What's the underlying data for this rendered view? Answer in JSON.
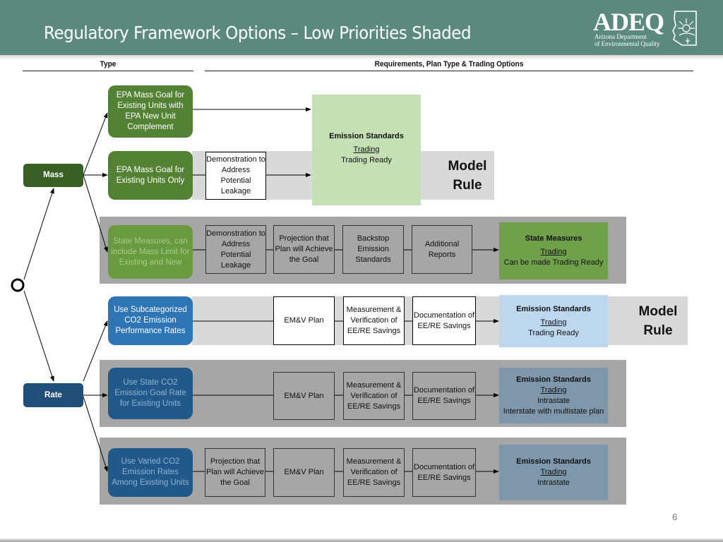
{
  "header": {
    "title": "Regulatory Framework Options – Low Priorities Shaded",
    "logo": {
      "acronym": "ADEQ",
      "line1": "Arizona Department",
      "line2": "of Environmental Quality",
      "icon": "arizona-map-sun-icon"
    }
  },
  "columns": {
    "type": "Type",
    "requirements": "Requirements, Plan Type & Trading Options"
  },
  "root": {
    "icon": "start-circle-icon"
  },
  "types": {
    "mass": "Mass",
    "rate": "Rate"
  },
  "rows": [
    {
      "option": "EPA Mass Goal for Existing Units with EPA New Unit Complement",
      "shaded": false,
      "steps": [],
      "result": {
        "title": "Emission Standards",
        "trading_label": "Trading",
        "lines": [
          "Trading Ready"
        ]
      }
    },
    {
      "option": "EPA Mass Goal for Existing Units Only",
      "shaded": false,
      "steps": [
        "Demonstration to Address Potential Leakage"
      ],
      "model_rule": [
        "Model",
        "Rule"
      ]
    },
    {
      "option": "State Measures, can include Mass Limit for Existing and New",
      "shaded": true,
      "steps": [
        "Demonstration to Address Potential Leakage",
        "Projection that Plan will Achieve the Goal",
        "Backstop Emission Standards",
        "Additional Reports"
      ],
      "result": {
        "title": "State Measures",
        "trading_label": "Trading",
        "lines": [
          "Can be made Trading Ready"
        ]
      }
    },
    {
      "option": "Use Subcategorized CO2 Emission Performance Rates",
      "shaded": false,
      "steps": [
        "EM&V Plan",
        "Measurement & Verification of EE/RE Savings",
        "Documentation of EE/RE Savings"
      ],
      "result": {
        "title": "Emission Standards",
        "trading_label": "Trading",
        "lines": [
          "Trading Ready"
        ]
      },
      "model_rule": [
        "Model",
        "Rule"
      ]
    },
    {
      "option": "Use State CO2 Emission Goal Rate for Existing Units",
      "shaded": true,
      "steps": [
        "EM&V Plan",
        "Measurement & Verification of EE/RE Savings",
        "Documentation of EE/RE Savings"
      ],
      "result": {
        "title": "Emission Standards",
        "trading_label": "Trading",
        "lines": [
          "Intrastate",
          "Interstate with multistate plan"
        ]
      }
    },
    {
      "option": "Use Varied CO2 Emission Rates Among Existing Units",
      "shaded": true,
      "steps": [
        "Projection that Plan will Achieve the Goal",
        "EM&V Plan",
        "Measurement & Verification of EE/RE Savings",
        "Documentation of EE/RE Savings"
      ],
      "result": {
        "title": "Emission Standards",
        "trading_label": "Trading",
        "lines": [
          "Intrastate"
        ]
      }
    }
  ],
  "footer": {
    "page_number": "6"
  }
}
